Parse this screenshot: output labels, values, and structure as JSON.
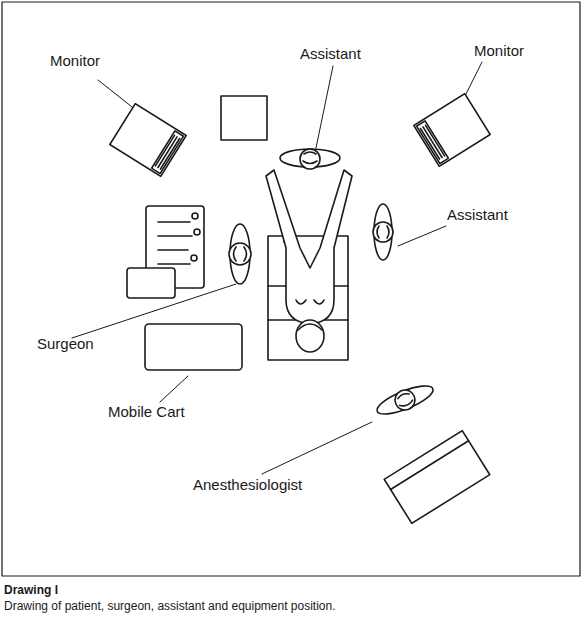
{
  "diagram": {
    "title": "Drawing I",
    "caption": "Drawing of patient, surgeon, assistant and equipment position.",
    "labels": [
      "Monitor",
      "Assistant",
      "Monitor",
      "Assistant",
      "Surgeon",
      "Mobile Cart",
      "Anesthesiologist"
    ]
  }
}
